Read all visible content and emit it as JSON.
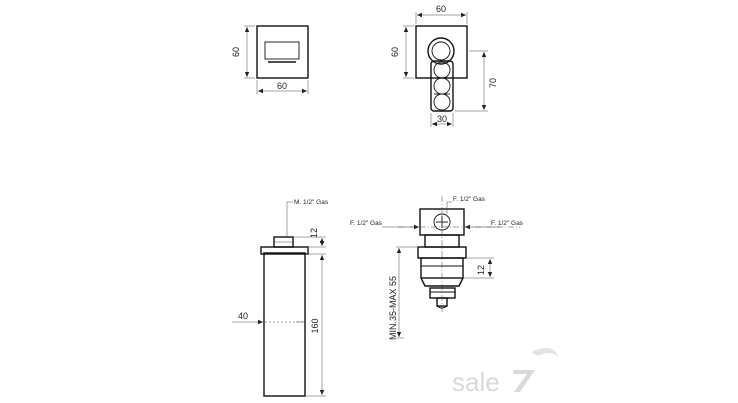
{
  "top_left_view": {
    "width": "60",
    "height": "60"
  },
  "top_right_view": {
    "width": "60",
    "height": "60",
    "length": "70",
    "depth": "30"
  },
  "bottom_left_view": {
    "thread_label": "M. 1/2\" Gas",
    "top_height": "12",
    "body_height": "160",
    "diameter": "40"
  },
  "bottom_right_view": {
    "inlet_top": "F. 1/2\" Gas",
    "inlet_left": "F. 1/2\" Gas",
    "inlet_right": "F. 1/2\" Gas",
    "step_height": "12",
    "wall_range": "MIN.35-MAX 55"
  },
  "watermark": {
    "text": "sale"
  }
}
